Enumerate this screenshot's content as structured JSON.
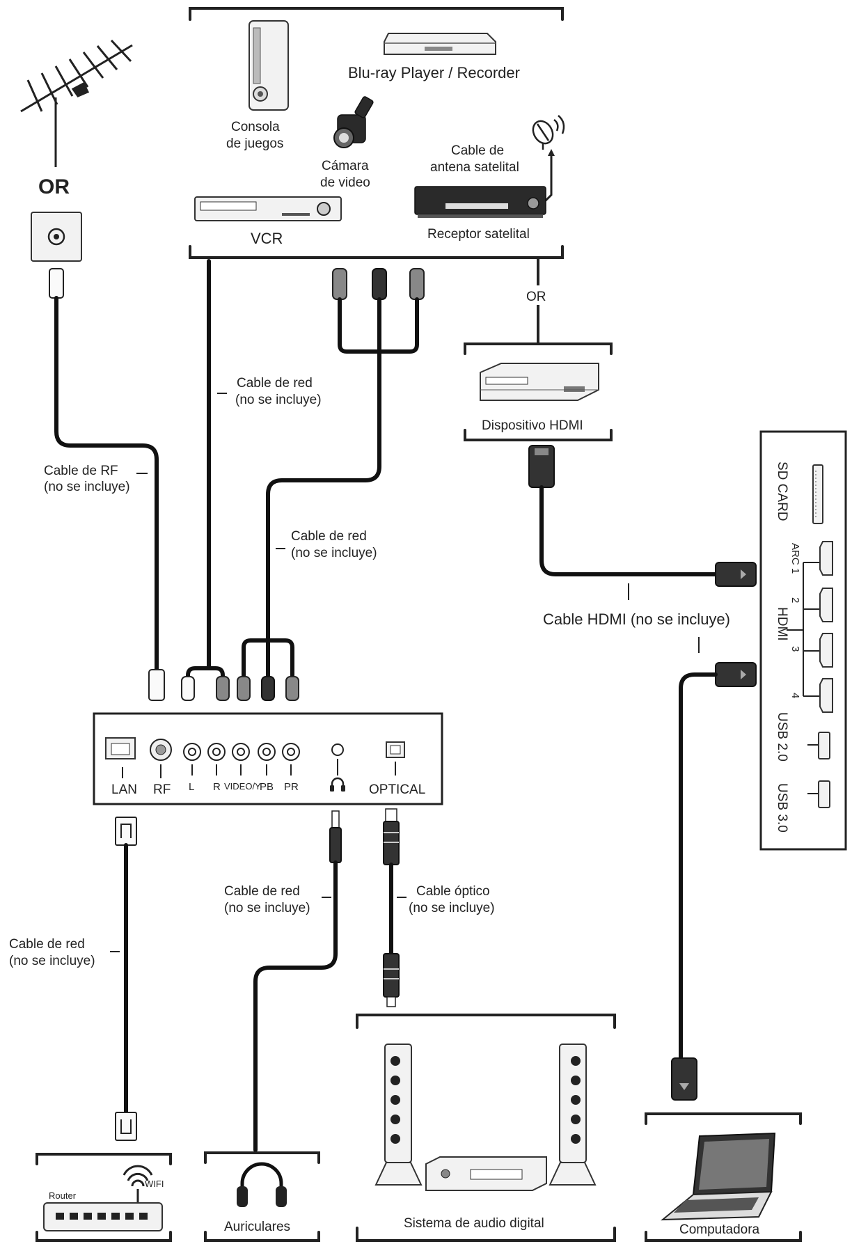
{
  "labels": {
    "or_big": "OR",
    "or_small": "OR",
    "bluray": "Blu-ray Player / Recorder",
    "console_1": "Consola",
    "console_2": "de juegos",
    "camera_1": "Cámara",
    "camera_2": "de video",
    "sat_cable_1": "Cable de",
    "sat_cable_2": "antena satelital",
    "vcr": "VCR",
    "sat_receiver": "Receptor satelital",
    "hdmi_device": "Dispositivo HDMI",
    "cable_red_1a": "Cable de red",
    "cable_red_1b": "(no se incluye)",
    "cable_red_2a": "Cable de red",
    "cable_red_2b": "(no se incluye)",
    "cable_rf_a": "Cable de RF",
    "cable_rf_b": "(no se incluye)",
    "cable_hdmi": "Cable HDMI (no se incluye)",
    "cable_red_3a": "Cable de red",
    "cable_red_3b": "(no se incluye)",
    "cable_optico_a": "Cable óptico",
    "cable_optico_b": "(no se incluye)",
    "cable_red_4a": "Cable de red",
    "cable_red_4b": "(no se incluye)",
    "router": "Router",
    "wifi": "WIFI",
    "auriculares": "Auriculares",
    "audio_system": "Sistema de audio digital",
    "computer": "Computadora"
  },
  "panel": {
    "lan": "LAN",
    "rf": "RF",
    "l": "L",
    "r": "R",
    "video": "VIDEO/Y",
    "pb": "PB",
    "pr": "PR",
    "optical": "OPTICAL"
  },
  "side_panel": {
    "sd_card": "SD CARD",
    "arc1": "ARC 1",
    "hdmi": "HDMI",
    "port2": "2",
    "port3": "3",
    "port4": "4",
    "usb2": "USB 2.0",
    "usb3": "USB 3.0"
  }
}
